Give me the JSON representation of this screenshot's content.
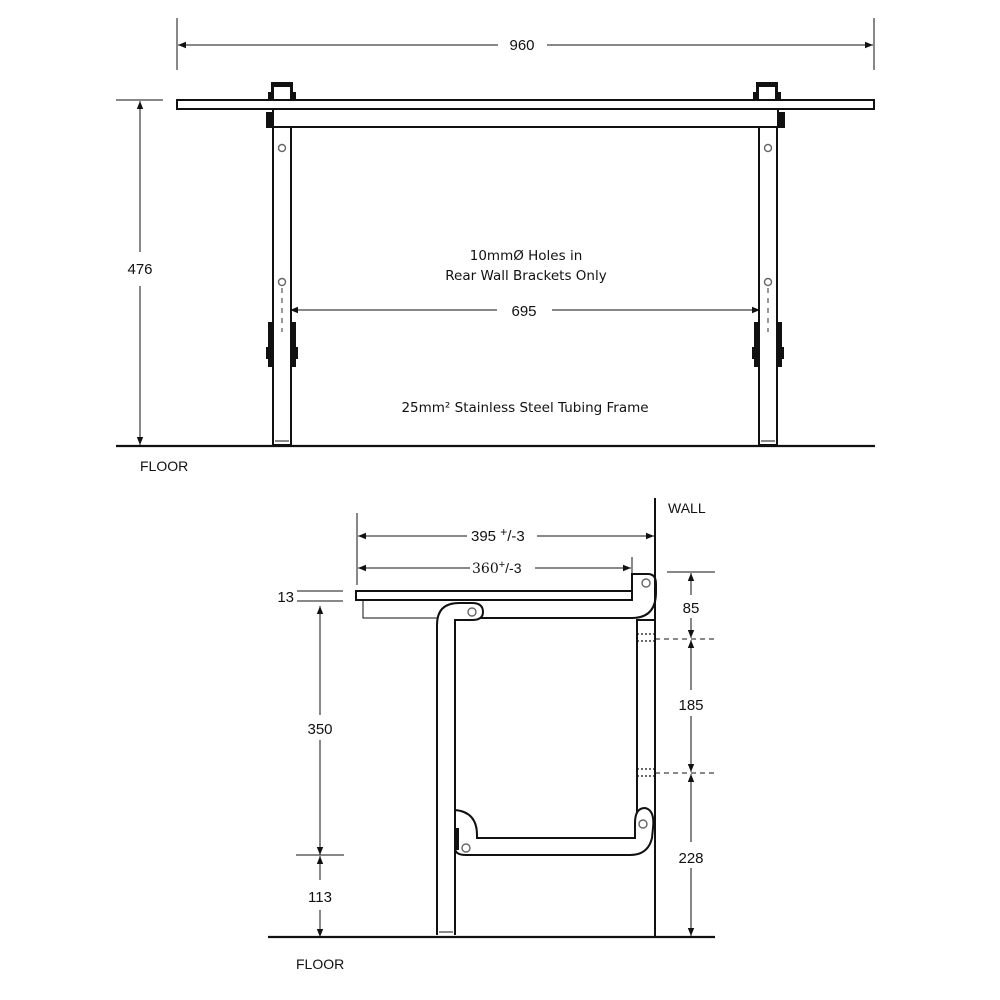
{
  "front_view": {
    "overall_width": "960",
    "overall_height": "476",
    "bracket_spacing": "695",
    "note_holes_line1": "10mmØ Holes in",
    "note_holes_line2": "Rear Wall Brackets Only",
    "note_frame": "25mm² Stainless Steel Tubing Frame",
    "floor_label": "FLOOR"
  },
  "side_view": {
    "wall_label": "WALL",
    "floor_label": "FLOOR",
    "seat_depth_overall": "395 +/-3",
    "seat_depth_overall_main": "395 ",
    "seat_depth_overall_tol": "+/-3",
    "seat_depth_inner_main": "360",
    "seat_depth_inner_tol": "+/-3",
    "seat_thickness": "13",
    "seat_height_upper": "350",
    "seat_height_lower": "113",
    "wall_fix_top": "85",
    "wall_fix_mid": "185",
    "wall_fix_bottom": "228"
  },
  "colors": {
    "line": "#111111",
    "hole": "#666666",
    "background": "#ffffff"
  }
}
